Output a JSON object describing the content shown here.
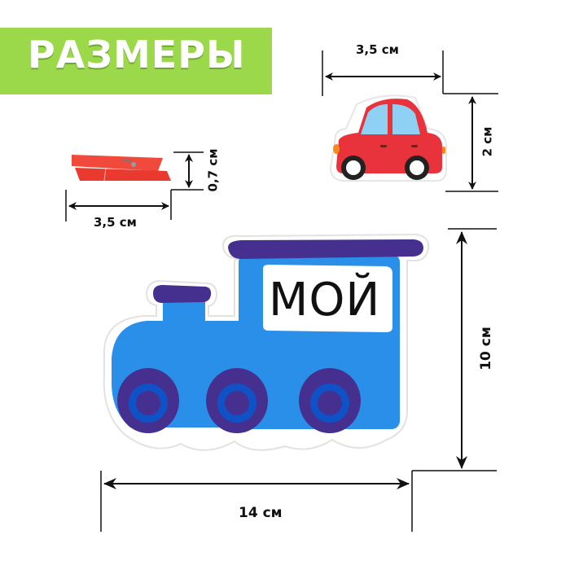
{
  "title": "РАЗМЕРЫ",
  "colors": {
    "banner_green": "#9bd84a",
    "train_blue": "#2a8fe8",
    "train_purple": "#45308f",
    "car_red": "#e8323c",
    "car_window": "#8fd0f5",
    "clothespin_red": "#f03a2a"
  },
  "items": [
    {
      "name": "car-sticker",
      "width_label": "3,5 см",
      "height_label": "2 см"
    },
    {
      "name": "clothespin",
      "width_label": "3,5 см",
      "height_label": "0,7 см"
    },
    {
      "name": "train-sticker",
      "width_label": "14 см",
      "height_label": "10 см",
      "text": "МОЙ"
    }
  ]
}
